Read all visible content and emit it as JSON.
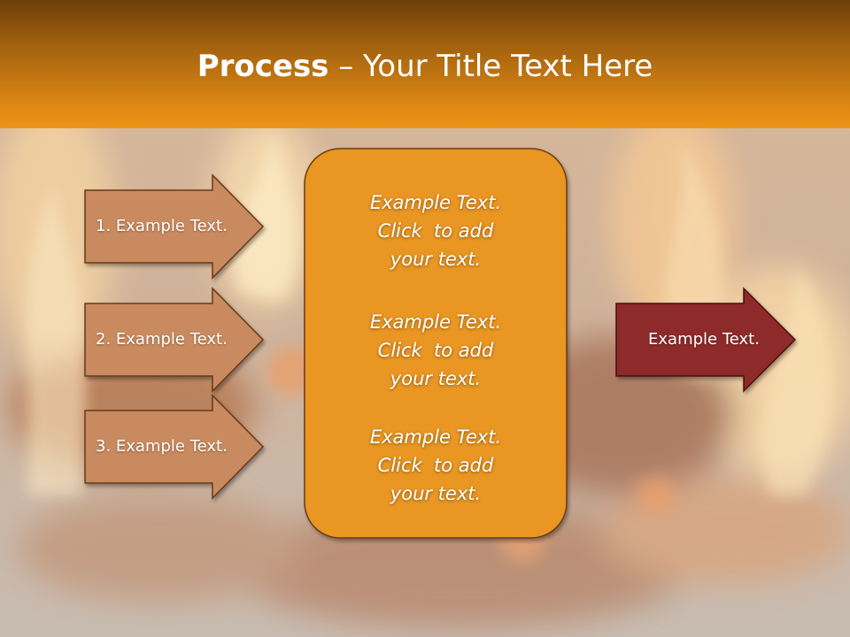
{
  "slide": {
    "title_bold": "Process",
    "title_rest": " – Your Title Text Here"
  },
  "left_arrows": [
    {
      "label": "1. Example Text."
    },
    {
      "label": "2. Example Text."
    },
    {
      "label": "3. Example Text."
    }
  ],
  "center_box": {
    "items": [
      {
        "lines": [
          "Example Text.",
          "Click  to add",
          "your text."
        ]
      },
      {
        "lines": [
          "Example Text.",
          "Click  to add",
          "your text."
        ]
      },
      {
        "lines": [
          "Example Text.",
          "Click  to add",
          "your text."
        ]
      }
    ]
  },
  "right_arrow": {
    "label": "Example Text."
  },
  "colors": {
    "title_bar_dark": "#6e3f0a",
    "title_bar_light": "#eb9418",
    "left_arrow_fill": "#c98a5e",
    "arrow_stroke": "#6b3a18",
    "center_box_fill": "#e99620",
    "right_arrow_fill": "#8e2a2a"
  }
}
